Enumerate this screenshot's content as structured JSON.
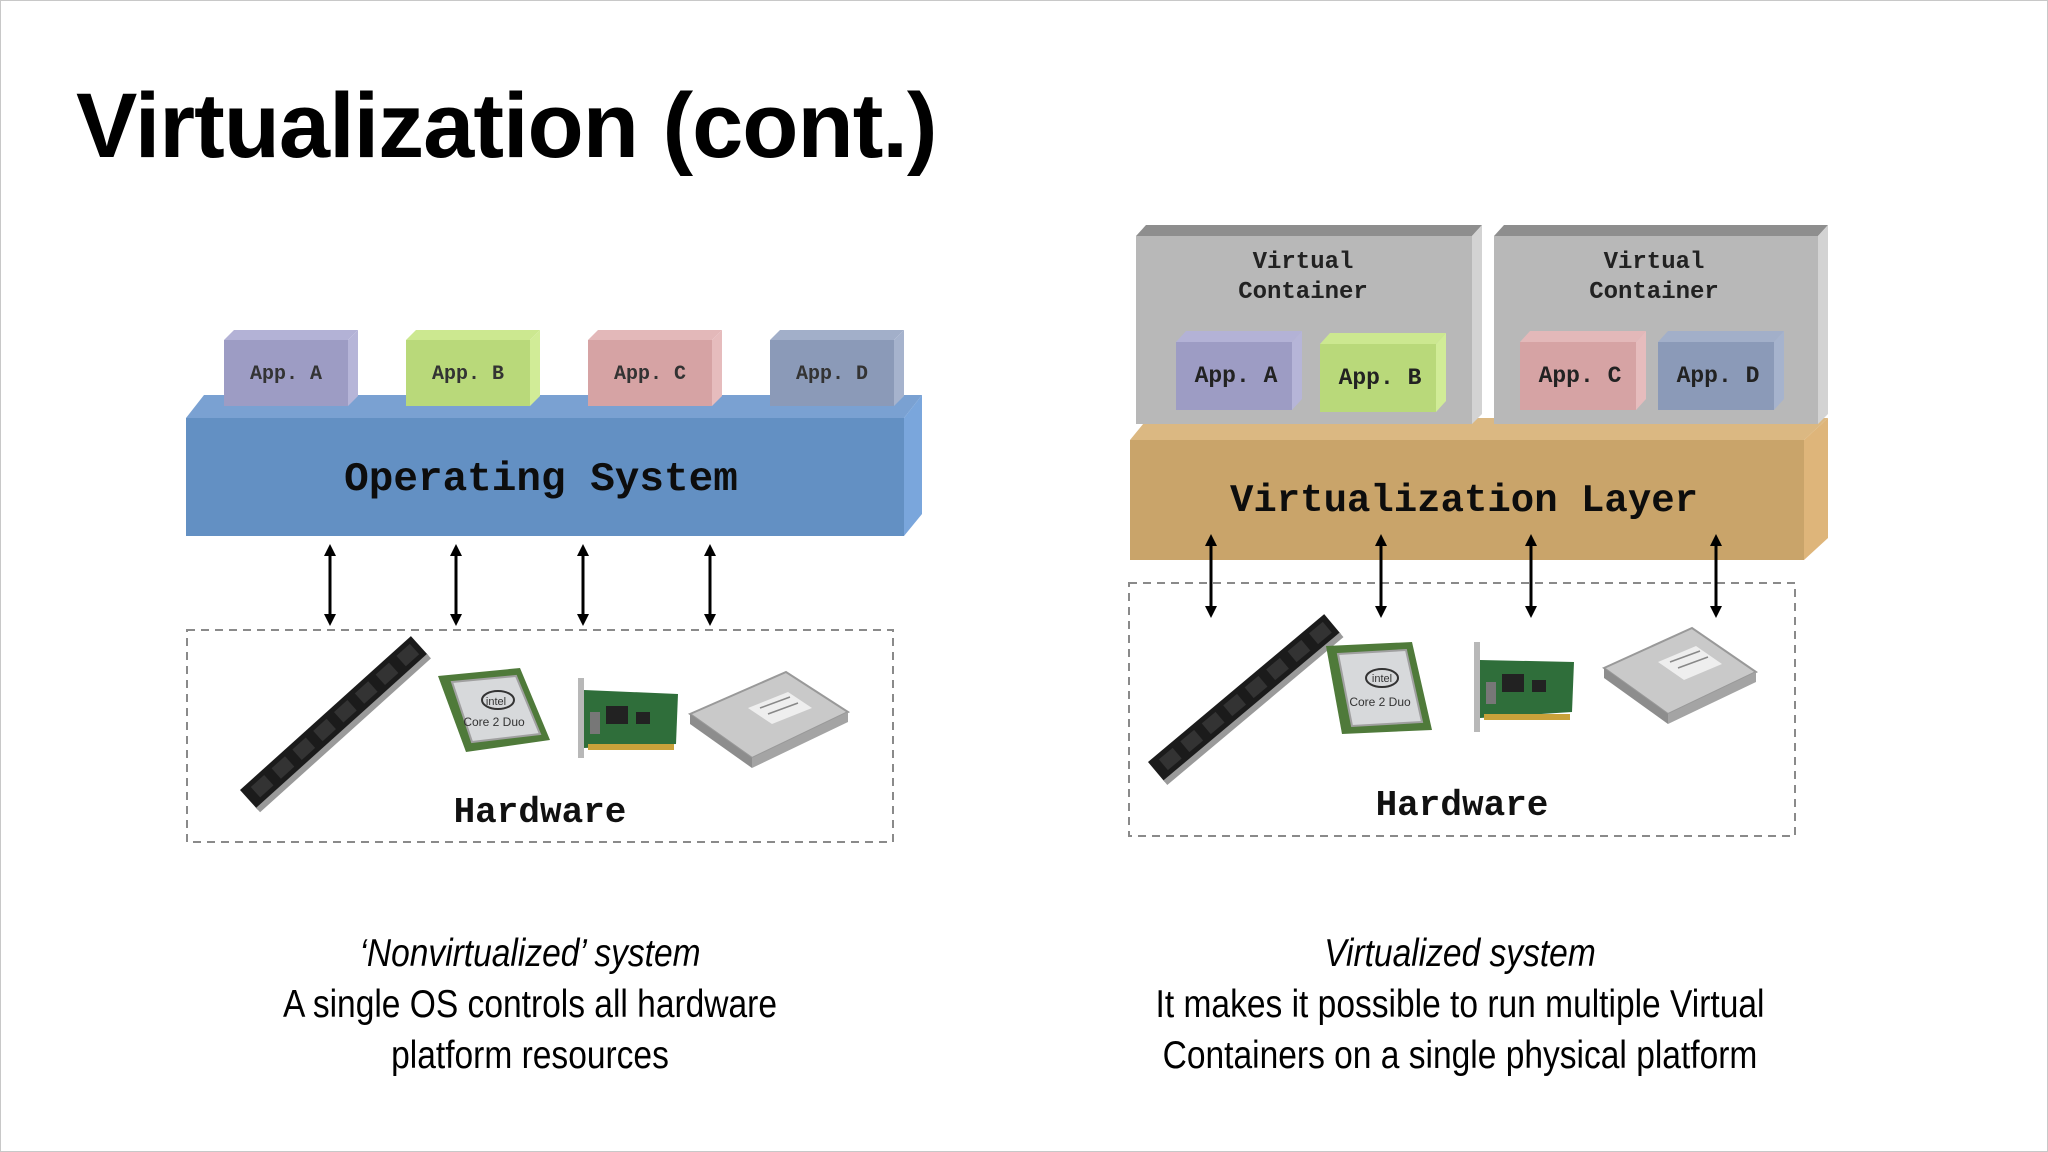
{
  "slide": {
    "title": "Virtualization (cont.)"
  },
  "left_diagram": {
    "apps": [
      "App. A",
      "App. B",
      "App. C",
      "App. D"
    ],
    "os_label": "Operating System",
    "hardware_label": "Hardware",
    "caption": {
      "heading": "‘Nonvirtualized’ system",
      "line1": "A single OS controls all hardware",
      "line2": "platform resources"
    }
  },
  "right_diagram": {
    "containers": [
      {
        "label_line1": "Virtual",
        "label_line2": "Container",
        "apps": [
          "App. A",
          "App. B"
        ]
      },
      {
        "label_line1": "Virtual",
        "label_line2": "Container",
        "apps": [
          "App. C",
          "App. D"
        ]
      }
    ],
    "layer_label": "Virtualization Layer",
    "hardware_label": "Hardware",
    "caption": {
      "heading": "Virtualized system",
      "line1": "It makes it possible to run multiple Virtual",
      "line2": "Containers on a single physical platform"
    }
  },
  "colors": {
    "app_a": "#9d9cc4",
    "app_b": "#b9d97a",
    "app_c": "#d6a3a4",
    "app_d": "#8b9ab8",
    "os": "#6390c3",
    "virtualization_layer": "#c9a46a",
    "container": "#b8b8b8"
  },
  "icons": [
    "memory-module-icon",
    "cpu-chip-icon",
    "network-card-icon",
    "hard-drive-icon"
  ]
}
